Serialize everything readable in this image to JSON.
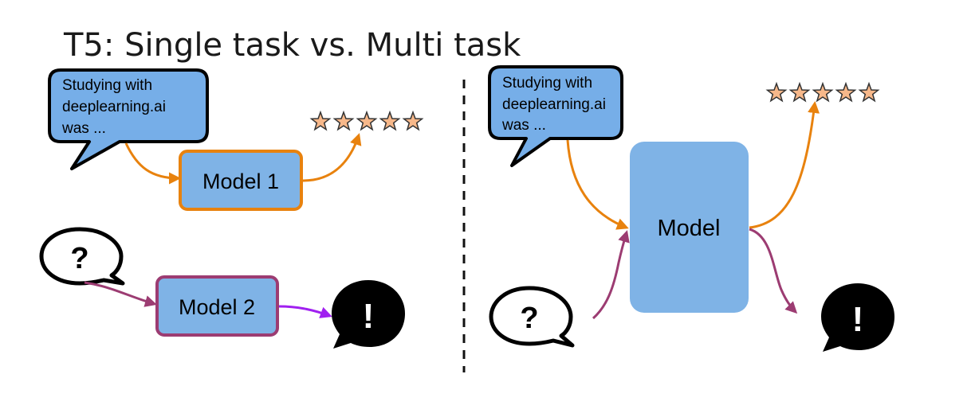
{
  "slide": {
    "title": "T5: Single task vs. Multi task"
  },
  "left": {
    "input_bubble": {
      "line1": "Studying with",
      "line2": "deeplearning.ai",
      "line3": "was ..."
    },
    "model_1_label": "Model 1",
    "model_2_label": "Model 2",
    "question_glyph": "?",
    "answer_glyph": "!"
  },
  "right": {
    "input_bubble": {
      "line1": "Studying with",
      "line2": "deeplearning.ai",
      "line3": "was ..."
    },
    "model_label": "Model",
    "question_glyph": "?",
    "answer_glyph": "!"
  },
  "colors": {
    "bubble_fill": "#76aee8",
    "model_fill": "#7fb3e6",
    "orange": "#e8820e",
    "plum": "#9c3c72",
    "purple": "#a020f0",
    "star_fill": "#f7b88a",
    "black": "#000000"
  },
  "icons": [
    "speech-bubble-icon",
    "star-icon",
    "question-bubble-icon",
    "exclamation-bubble-icon",
    "arrow-icon"
  ]
}
